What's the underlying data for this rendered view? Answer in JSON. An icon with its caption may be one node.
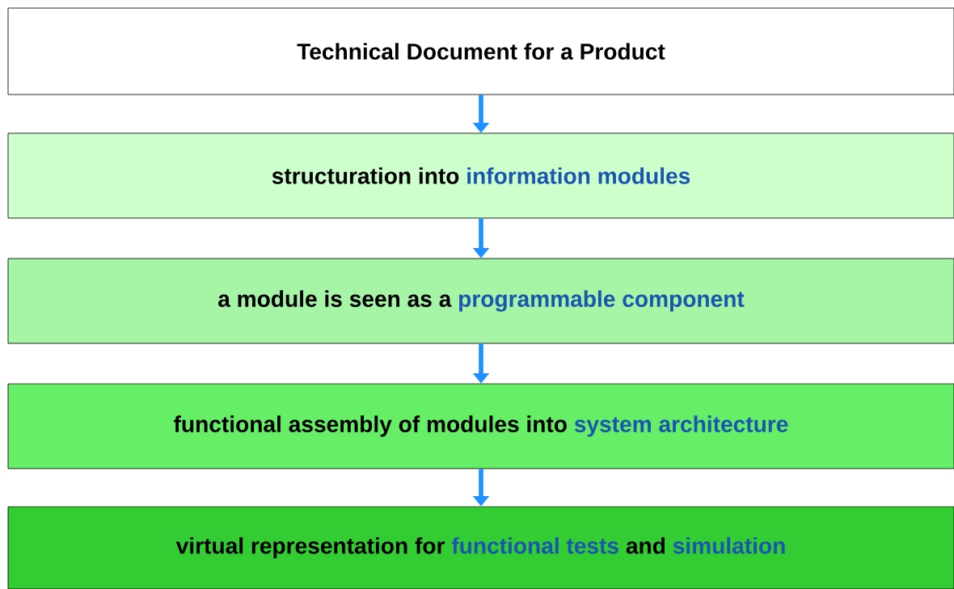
{
  "diagram": {
    "nodes": [
      {
        "text": [
          "Technical Document for a Product"
        ]
      },
      {
        "text": [
          "structuration into",
          "information modules"
        ]
      },
      {
        "text": [
          "a module is seen as a",
          "programmable component"
        ]
      },
      {
        "text": [
          "functional assembly of modules into",
          "system architecture"
        ]
      },
      {
        "text": [
          "virtual representation for",
          "functional tests",
          "and",
          "simulation"
        ]
      }
    ],
    "edges": [
      {
        "from": 0,
        "to": 1,
        "arrow": "to"
      },
      {
        "from": 1,
        "to": 2,
        "arrow": "to"
      },
      {
        "from": 2,
        "to": 3,
        "arrow": "to"
      },
      {
        "from": 3,
        "to": 4,
        "arrow": "to"
      }
    ]
  }
}
